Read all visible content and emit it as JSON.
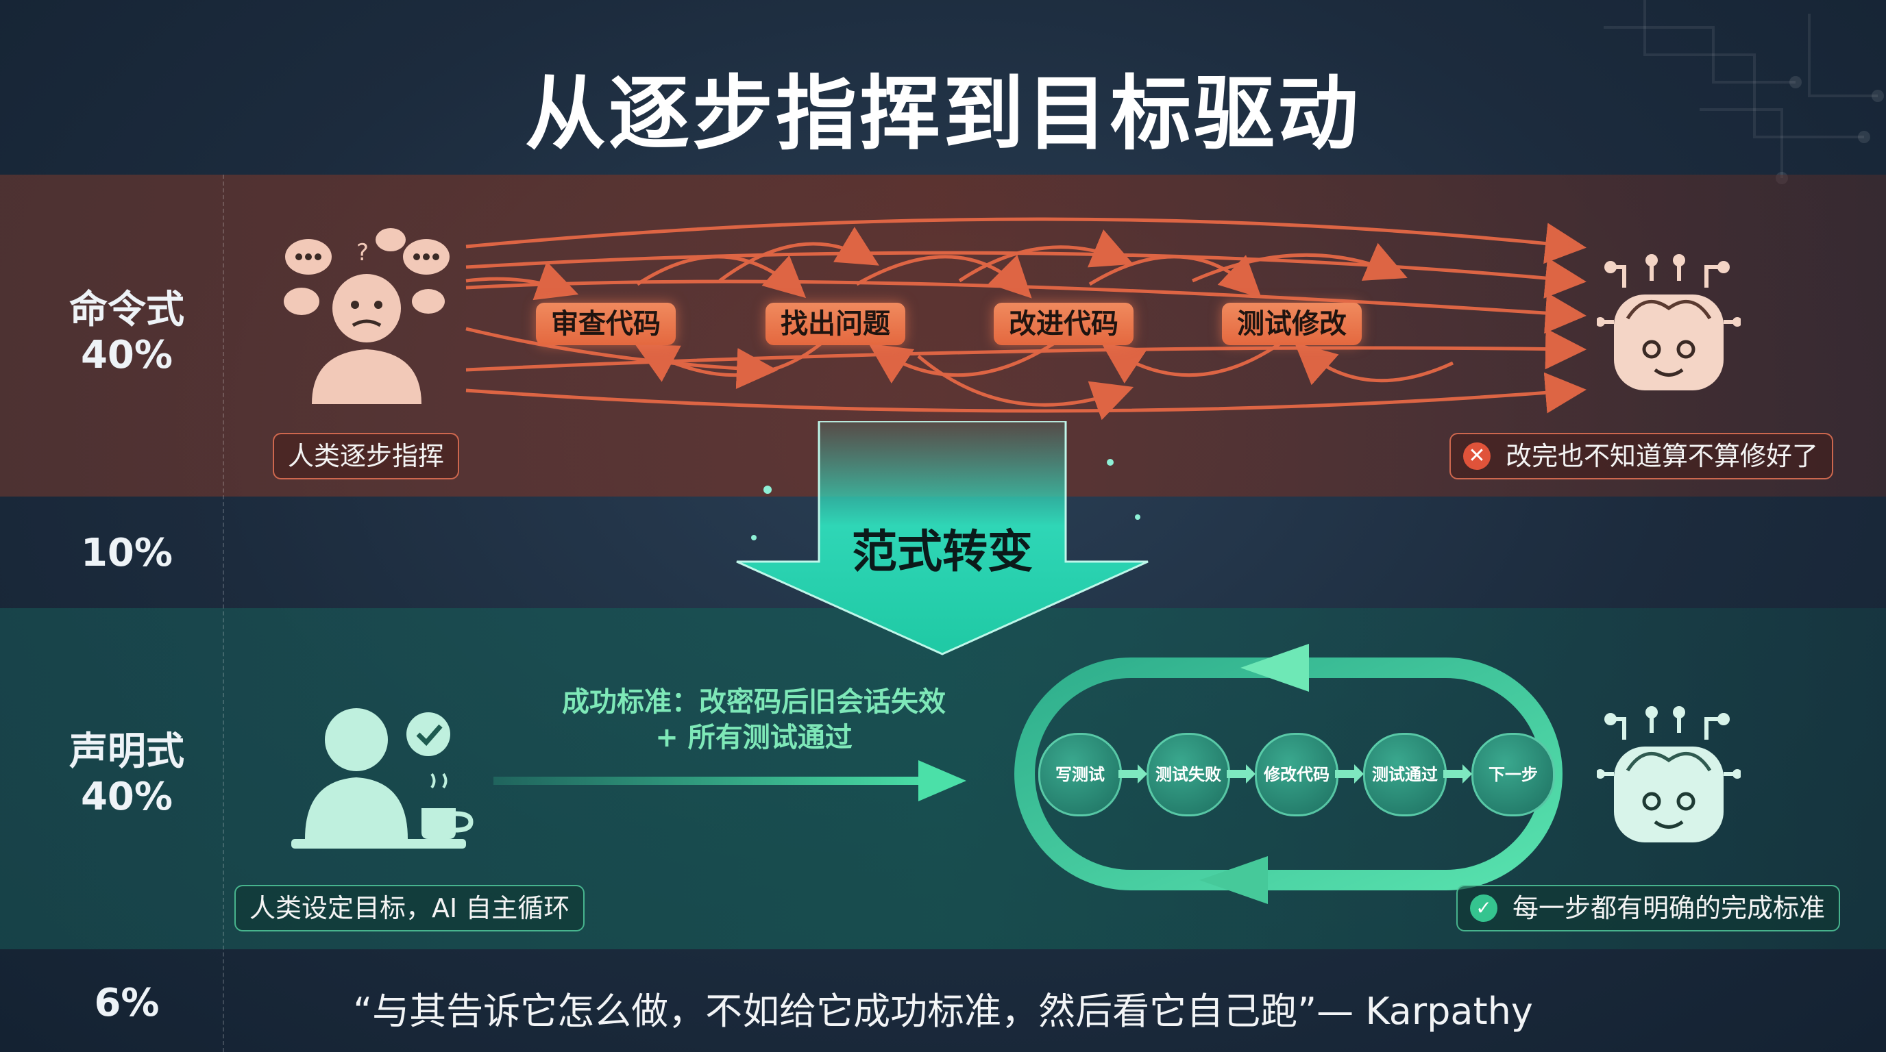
{
  "title": "从逐步指挥到目标驱动",
  "rows": [
    {
      "label": "命令式",
      "percent": "40%"
    },
    {
      "label": "",
      "percent": "10%"
    },
    {
      "label": "声明式",
      "percent": "40%"
    },
    {
      "label": "",
      "percent": "6%"
    }
  ],
  "imperative": {
    "steps": [
      "审查代码",
      "找出问题",
      "改进代码",
      "测试修改"
    ],
    "human_caption": "人类逐步指挥",
    "result_caption": "改完也不知道算不算修好了"
  },
  "shift_label": "范式转变",
  "declarative": {
    "criteria_line1": "成功标准：改密码后旧会话失效",
    "criteria_line2": "+ 所有测试通过",
    "loop_steps": [
      "写测试",
      "测试失败",
      "修改代码",
      "测试通过",
      "下一步"
    ],
    "human_caption": "人类设定目标，AI 自主循环",
    "result_caption": "每一步都有明确的完成标准"
  },
  "quote": "“与其告诉它怎么做，不如给它成功标准，然后看它自己跑”— Karpathy",
  "colors": {
    "imperative_accent": "#e4683f",
    "declarative_accent": "#3ccf9b",
    "fail_icon": "#e0533a",
    "ok_icon": "#35c48f"
  }
}
